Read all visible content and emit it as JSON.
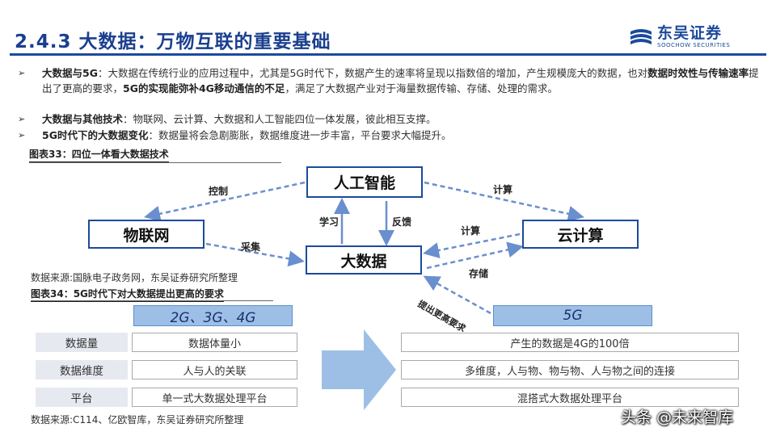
{
  "header": {
    "title": "2.4.3 大数据：万物互联的重要基础",
    "logo_cn": "东吴证券",
    "logo_en": "SOOCHOW SECURITIES",
    "accent": "#1b4a9c"
  },
  "bullets": [
    {
      "b1": "大数据与5G",
      "t1": "：大数据在传统行业的应用过程中，尤其是5G时代下，数据产生的速率将呈现以指数倍的增加，产生规模庞大的数据，也对",
      "b2": "数据时效性与传输速率",
      "t2": "提出了更高的要求，",
      "b3": "5G的实现能弥补4G移动通信的不足",
      "t3": "，满足了大数据产业对于海量数据传输、存储、处理的需求。"
    },
    {
      "b1": "大数据与其他技术",
      "t1": "：物联网、云计算、大数据和人工智能四位一体发展，彼此相互支撑。"
    },
    {
      "b1": "5G时代下的大数据变化",
      "t1": "：数据量将会急剧膨胀，数据维度进一步丰富，平台要求大幅提升。"
    }
  ],
  "figure33": {
    "title": "图表33：四位一体看大数据技术",
    "nodes": {
      "ai": "人工智能",
      "iot": "物联网",
      "big_data": "大数据",
      "cloud": "云计算"
    },
    "edges": {
      "control": "控制",
      "compute_top": "计算",
      "learn": "学习",
      "feedback": "反馈",
      "collect": "采集",
      "compute_mid": "计算",
      "store": "存储",
      "demand": "提出更高要求"
    },
    "source": "数据来源:国脉电子政务网，东吴证券研究所整理"
  },
  "figure34": {
    "title": "图表34：5G时代下对大数据提出更高的要求",
    "left_header": "2G、3G、4G",
    "right_header": "5G",
    "rows": [
      {
        "label": "数据量",
        "left": "数据体量小",
        "right": "产生的数据是4G的100倍"
      },
      {
        "label": "数据维度",
        "left": "人与人的关联",
        "right": "多维度，人与物、物与物、人与物之间的连接"
      },
      {
        "label": "平台",
        "left": "单一式大数据处理平台",
        "right": "混搭式大数据处理平台"
      }
    ],
    "source": "数据来源:C114、亿欧智库，东吴证券研究所整理"
  },
  "watermark": "头条 @未来智库"
}
